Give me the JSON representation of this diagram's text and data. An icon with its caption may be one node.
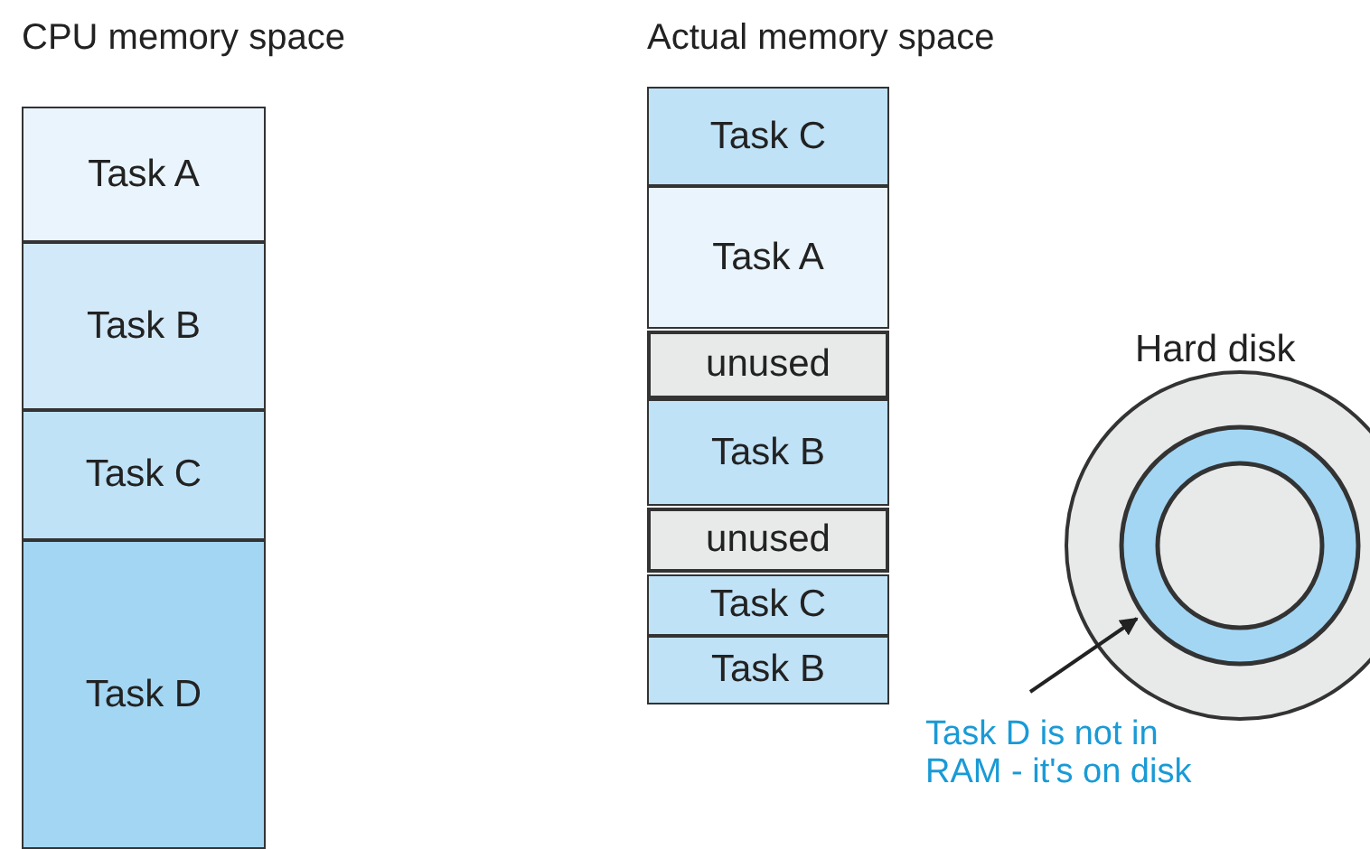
{
  "diagram": {
    "nodes": [
      {
        "text": [
          "CPU memory space"
        ]
      },
      {
        "text": [
          "Task A"
        ],
        "in": 0
      },
      {
        "text": [
          "Task B"
        ],
        "in": 0
      },
      {
        "text": [
          "Task C"
        ],
        "in": 0
      },
      {
        "text": [
          "Task D"
        ],
        "in": 0
      },
      {
        "text": [
          "Actual memory space"
        ]
      },
      {
        "text": [
          "Task C"
        ],
        "in": 5
      },
      {
        "text": [
          "Task A"
        ],
        "in": 5
      },
      {
        "text": [
          "unused"
        ],
        "in": 5
      },
      {
        "text": [
          "Task B"
        ],
        "in": 5
      },
      {
        "text": [
          "unused"
        ],
        "in": 5
      },
      {
        "text": [
          "Task C"
        ],
        "in": 5
      },
      {
        "text": [
          "Task B"
        ],
        "in": 5
      },
      {
        "text": [
          "Hard disk"
        ]
      },
      {
        "text": [],
        "shape": "circle",
        "in": 13
      },
      {
        "text": [],
        "shape": "circle",
        "in": 14
      },
      {
        "text": [
          "Task D is not in RAM - it's on disk"
        ]
      }
    ],
    "edges": [
      {
        "from": 16,
        "to": 14,
        "arrow": "to"
      }
    ]
  }
}
